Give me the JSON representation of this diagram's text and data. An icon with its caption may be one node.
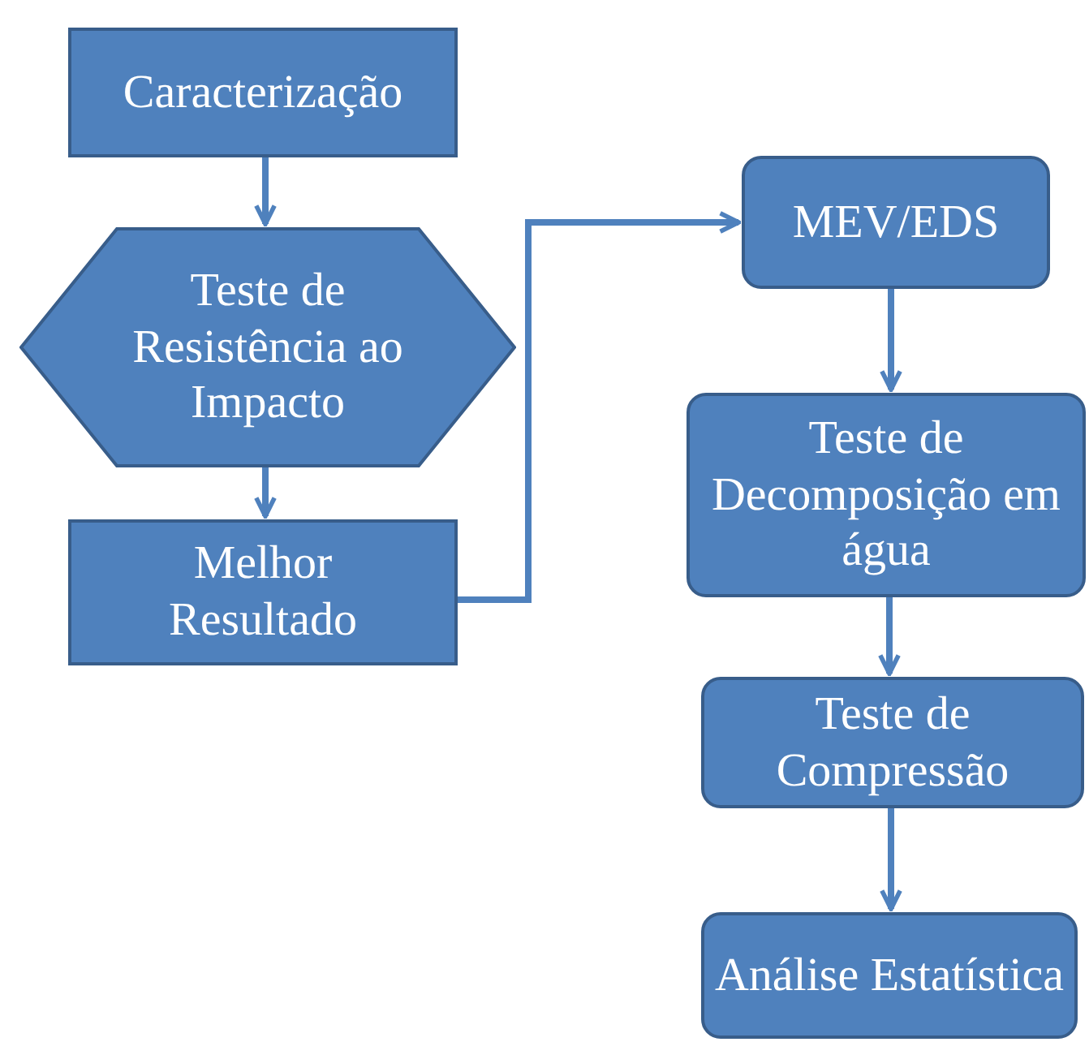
{
  "diagram": {
    "nodes": [
      {
        "text": [
          "Caracterização"
        ]
      },
      {
        "text": [
          "Teste de Resistência ao Impacto"
        ]
      },
      {
        "text": [
          "Melhor Resultado"
        ]
      },
      {
        "text": [
          "MEV/EDS"
        ]
      },
      {
        "text": [
          "Teste de Decomposição em água"
        ]
      },
      {
        "text": [
          "Teste de Compressão"
        ]
      },
      {
        "text": [
          "Análise Estatística"
        ]
      }
    ],
    "edges": [
      {
        "from": 0,
        "to": 1,
        "arrow": "to"
      },
      {
        "from": 1,
        "to": 2,
        "arrow": "to"
      },
      {
        "from": 2,
        "to": 3,
        "arrow": "to"
      },
      {
        "from": 3,
        "to": 4,
        "arrow": "to"
      },
      {
        "from": 4,
        "to": 5,
        "arrow": "to"
      },
      {
        "from": 5,
        "to": 6,
        "arrow": "to"
      }
    ]
  }
}
